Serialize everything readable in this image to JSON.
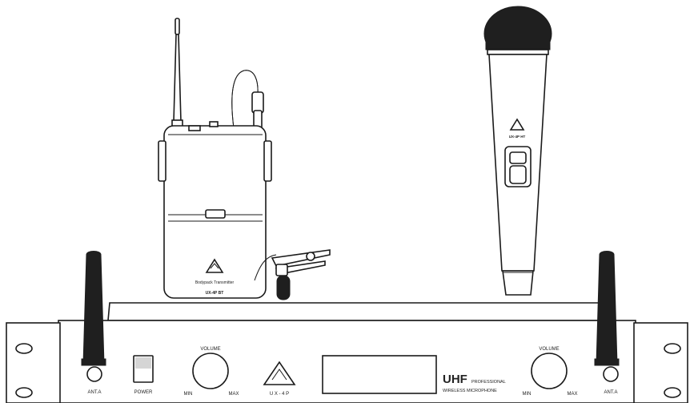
{
  "bodypack": {
    "model_label": "Bodypack Transmitter",
    "model_code": "UX-4P BT",
    "logo_icon": "triangle-logo-icon"
  },
  "handheld": {
    "model_code": "UX-4P HT",
    "logo_icon": "triangle-logo-icon"
  },
  "receiver": {
    "antenna_left_label": "ANT.A",
    "antenna_right_label": "ANT.A",
    "power_label": "POWER",
    "volume_left_label": "VOLUME",
    "volume_right_label": "VOLUME",
    "min_left_label": "MIN",
    "max_left_label": "MAX",
    "min_right_label": "MIN",
    "max_right_label": "MAX",
    "model_code": "U X - 4 P",
    "brand_big": "UHF",
    "brand_small": "PROFESSIONAL",
    "brand_sub": "WIRELESS MICROPHONE",
    "logo_icon": "triangle-logo-icon"
  }
}
